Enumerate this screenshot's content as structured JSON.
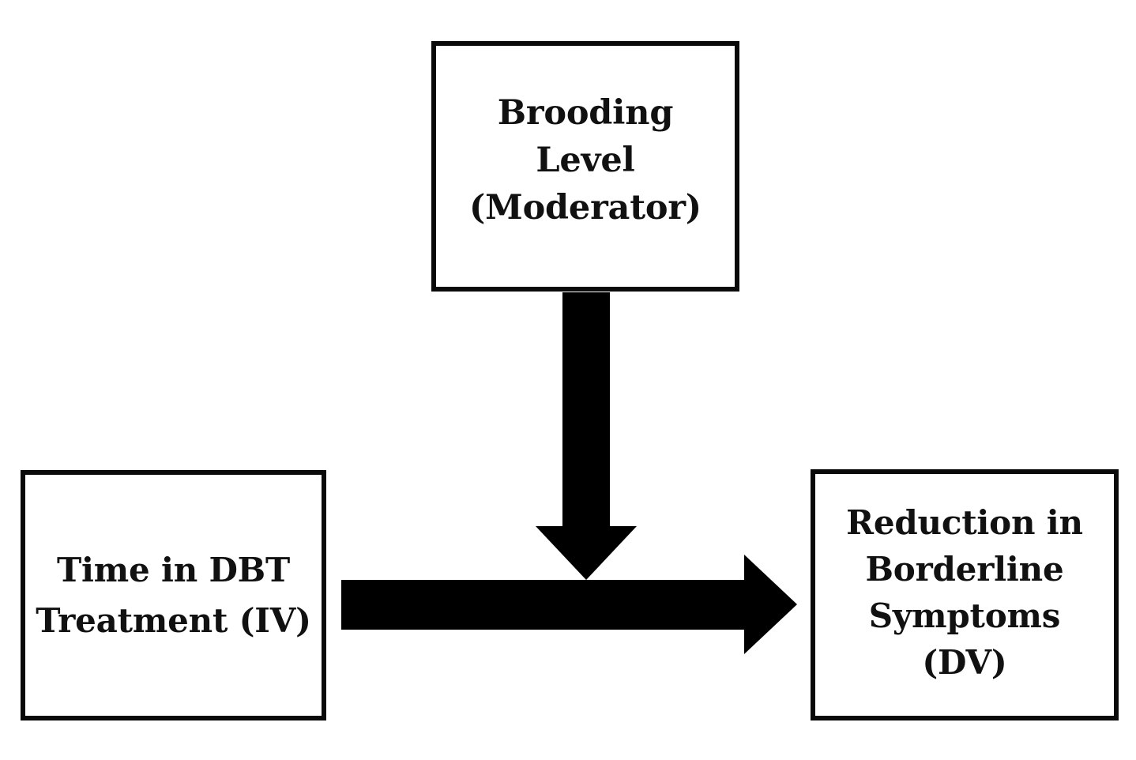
{
  "diagram": {
    "type": "moderation-model",
    "background_color": "#ffffff",
    "stroke_color": "#000000",
    "box_border_color": "#0a0a0a",
    "text_color": "#111111",
    "nodes": [
      {
        "id": "moderator",
        "role": "Moderator",
        "label": "Brooding\nLevel\n(Moderator)",
        "lines": [
          "Brooding",
          "Level",
          "(Moderator)"
        ],
        "position": "top-center"
      },
      {
        "id": "iv",
        "role": "Independent Variable",
        "label": "Time in DBT\nTreatment (IV)",
        "lines": [
          "Time in DBT",
          "Treatment (IV)"
        ],
        "position": "bottom-left"
      },
      {
        "id": "dv",
        "role": "Dependent Variable",
        "label": "Reduction in\nBorderline\nSymptoms\n(DV)",
        "lines": [
          "Reduction in",
          "Borderline",
          "Symptoms",
          "(DV)"
        ],
        "position": "bottom-right"
      }
    ],
    "arrows": [
      {
        "id": "moderator-arrow",
        "from": "moderator",
        "to": "effect-arrow",
        "direction": "down",
        "style": "solid-block"
      },
      {
        "id": "effect-arrow",
        "from": "iv",
        "to": "dv",
        "direction": "right",
        "style": "solid-block"
      }
    ]
  }
}
